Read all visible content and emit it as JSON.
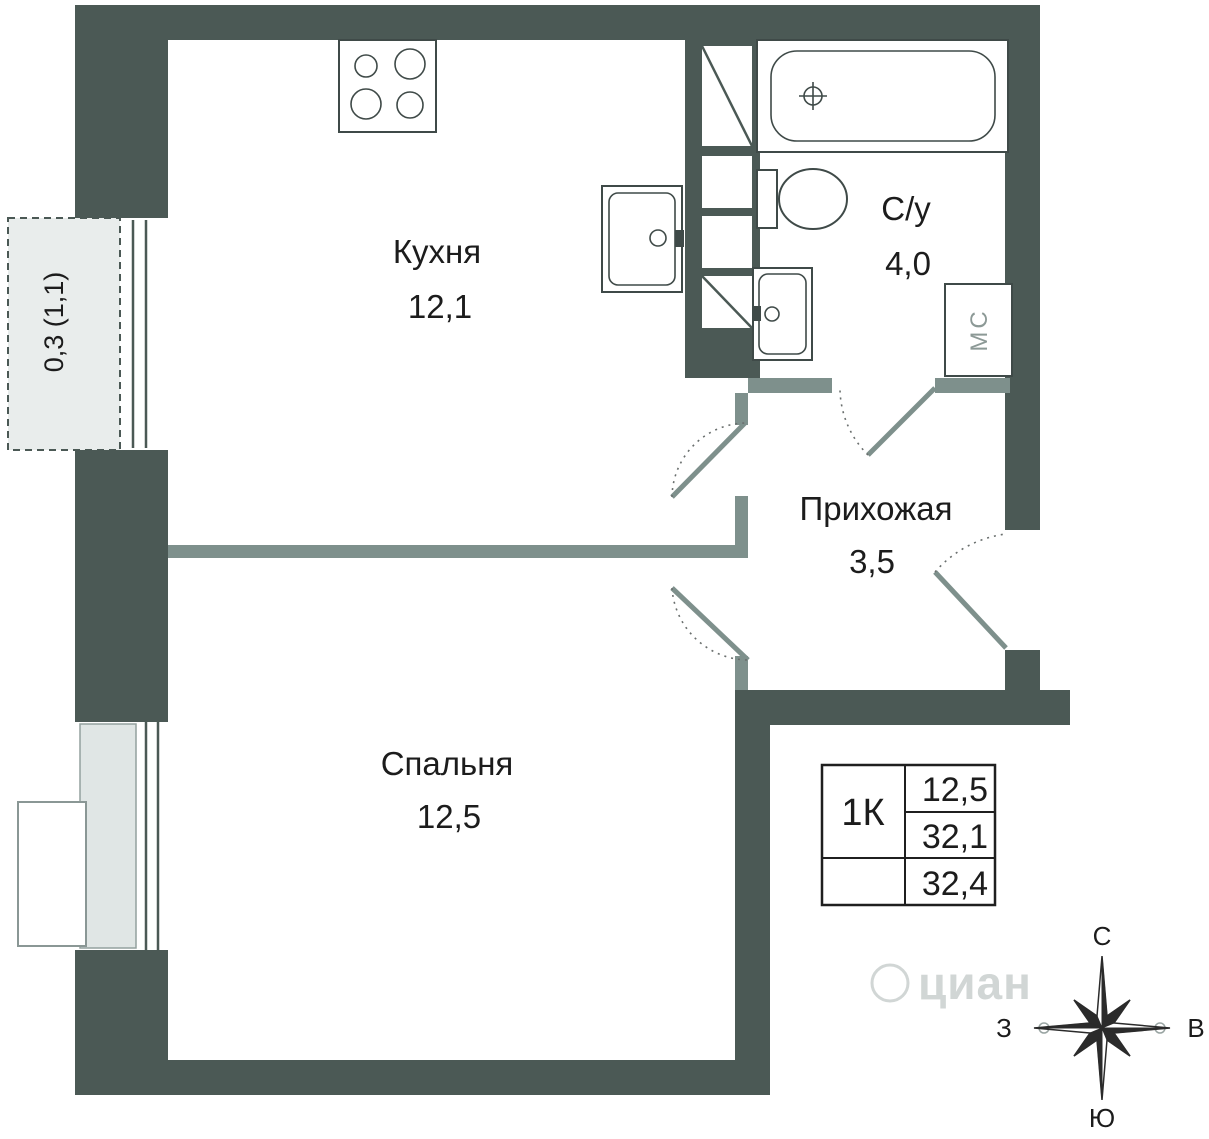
{
  "colors": {
    "wall-dark": "#4b5955",
    "wall-gray": "#7e908c",
    "balcony-fill": "#e9edec",
    "line": "#3f4a48",
    "text": "#1c1c1c",
    "muted": "#8c9996",
    "watermark": "#c9cfce"
  },
  "rooms": {
    "kitchen": {
      "name": "Кухня",
      "area": "12,1"
    },
    "bathroom": {
      "name": "С/у",
      "area": "4,0"
    },
    "hallway": {
      "name": "Прихожая",
      "area": "3,5"
    },
    "bedroom": {
      "name": "Спальня",
      "area": "12,5"
    }
  },
  "balcony": {
    "label": "0,3 (1,1)"
  },
  "appliances": {
    "washing_machine": "МС"
  },
  "info_table": {
    "rooms_label": "1К",
    "living_area": "12,5",
    "apartment_area": "32,1",
    "total_area": "32,4"
  },
  "compass": {
    "north": "С",
    "south": "Ю",
    "west": "З",
    "east": "В"
  },
  "watermark": {
    "text": "циан"
  }
}
